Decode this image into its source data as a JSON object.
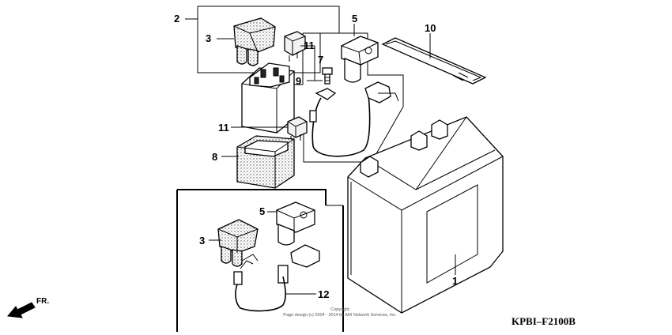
{
  "callouts": {
    "c1": "1",
    "c2": "2",
    "c3a": "3",
    "c3b": "3",
    "c5a": "5",
    "c5b": "5",
    "c7": "7",
    "c8": "8",
    "c9": "9",
    "c10": "10",
    "c11a": "11",
    "c11b": "11",
    "c12": "12"
  },
  "diagram_code": "KPBI–F2100B",
  "direction_label": "FR.",
  "copyright": {
    "line1": "Copyright",
    "line2": "Page design (c) 2004 - 2014 by ARI Network Services, Inc."
  }
}
